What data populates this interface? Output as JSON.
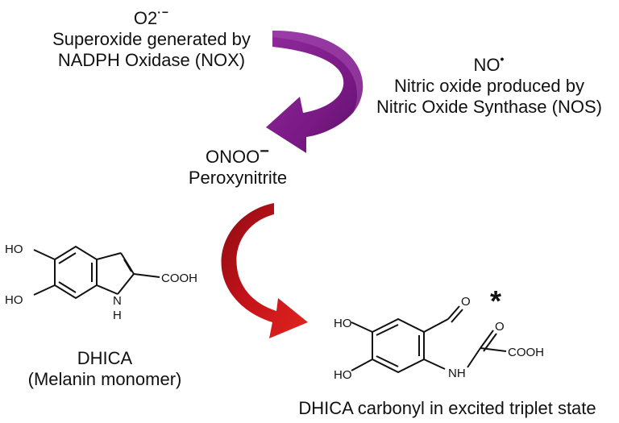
{
  "superoxide": {
    "formula": "O2",
    "charge": "·−",
    "line1": "Superoxide generated by",
    "line2": "NADPH Oxidase (NOX)"
  },
  "nitric_oxide": {
    "formula": "NO",
    "charge": "•",
    "line1": "Nitric oxide produced by",
    "line2": "Nitric Oxide Synthase (NOS)"
  },
  "peroxynitrite": {
    "formula": "ONOO",
    "charge": "−",
    "name": "Peroxynitrite"
  },
  "dhica": {
    "name": "DHICA",
    "subtitle": "(Melanin monomer)",
    "atoms": {
      "ho_top": "HO",
      "ho_bottom": "HO",
      "cooh": "COOH",
      "nh_n": "N",
      "nh_h": "H"
    }
  },
  "product": {
    "name": "DHICA carbonyl in excited triplet state",
    "star": "*",
    "atoms": {
      "ho_top": "HO",
      "ho_bottom": "HO",
      "o_ald": "O",
      "o_keto": "O",
      "cooh": "COOH",
      "nh": "NH"
    }
  },
  "colors": {
    "purple_arrow": "#7a1a86",
    "red_arrow": "#c4121a"
  }
}
